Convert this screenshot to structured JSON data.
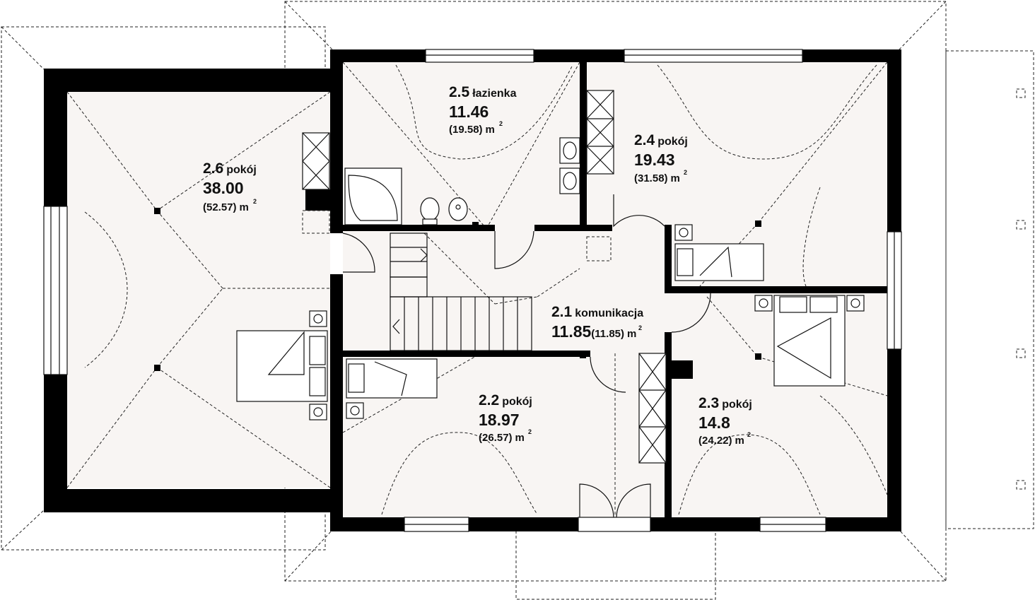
{
  "rooms": [
    {
      "id": "2.1",
      "name": "komunikacja",
      "area": "11.85",
      "gross": "(11.85)",
      "unit": "m"
    },
    {
      "id": "2.2",
      "name": "pokój",
      "area": "18.97",
      "gross": "(26.57)",
      "unit": "m"
    },
    {
      "id": "2.3",
      "name": "pokój",
      "area": "14.8",
      "gross": "(24.22)",
      "unit": "m"
    },
    {
      "id": "2.4",
      "name": "pokój",
      "area": "19.43",
      "gross": "(31.58)",
      "unit": "m"
    },
    {
      "id": "2.5",
      "name": "łazienka",
      "area": "11.46",
      "gross": "(19.58)",
      "unit": "m"
    },
    {
      "id": "2.6",
      "name": "pokój",
      "area": "38.00",
      "gross": "(52.57)",
      "unit": "m"
    }
  ],
  "unit_exponent": "2",
  "colors": {
    "wall": "#000000",
    "floor": "#f8f5f3",
    "line": "#222222"
  }
}
